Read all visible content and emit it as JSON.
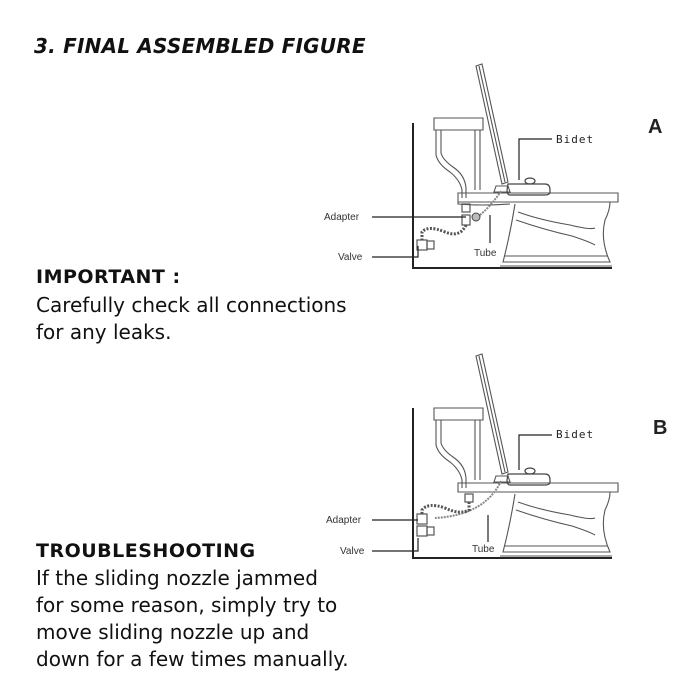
{
  "title": "3. FINAL ASSEMBLED FIGURE",
  "important": {
    "heading": "IMPORTANT :",
    "lines": [
      "Carefully check all connections",
      "for any leaks."
    ]
  },
  "troubleshooting": {
    "heading": "TROUBLESHOOTING",
    "lines": [
      "If the sliding nozzle jammed",
      "for some reason, simply try to",
      "move sliding nozzle up and",
      "down for a few times manually."
    ]
  },
  "figures": [
    {
      "letter": "A",
      "labels": {
        "bidet": "Bidet",
        "adapter": "Adapter",
        "valve": "Valve",
        "tube": "Tube"
      }
    },
    {
      "letter": "B",
      "labels": {
        "bidet": "Bidet",
        "adapter": "Adapter",
        "valve": "Valve",
        "tube": "Tube"
      }
    }
  ]
}
